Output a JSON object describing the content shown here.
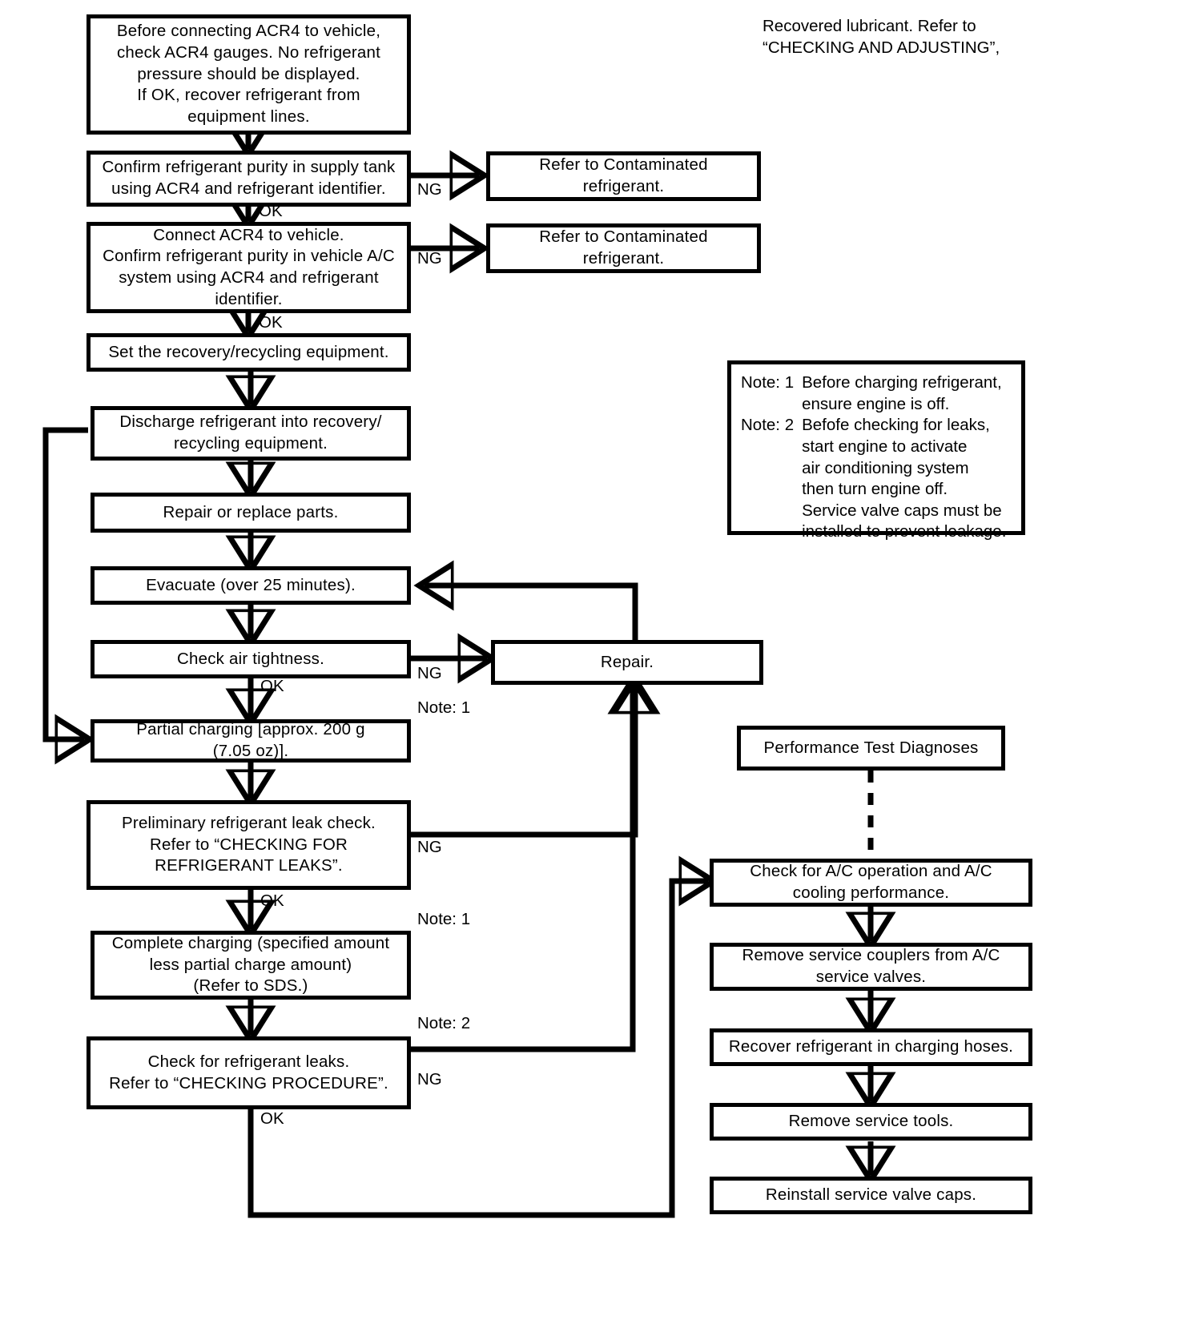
{
  "diagram": {
    "title": "A/C refrigerant recovery and charging flowchart",
    "ink_color": "#000000",
    "paper_color": "#ffffff"
  },
  "header_note": {
    "text": "Recovered lubricant. Refer to\n“CHECKING AND ADJUSTING”,"
  },
  "notes_box": {
    "rows": [
      {
        "label": "Note: 1",
        "text": "Before charging refrigerant,\nensure engine is off."
      },
      {
        "label": "Note: 2",
        "text": "Befofe checking for leaks,\nstart engine to activate\nair conditioning system\nthen turn engine off.\nService valve caps must be\ninstalled to prevent leakage."
      }
    ]
  },
  "nodes": {
    "check_gauges": {
      "text": "Before connecting ACR4 to vehicle,\ncheck ACR4 gauges. No refrigerant\npressure should be displayed.\nIf OK, recover refrigerant from\nequipment lines."
    },
    "confirm_supply_tank": {
      "text": "Confirm refrigerant purity in supply tank\nusing ACR4 and refrigerant identifier."
    },
    "contaminated_1": {
      "text": "Refer to Contaminated\nrefrigerant."
    },
    "connect_acr4": {
      "text": "Connect ACR4 to vehicle.\nConfirm refrigerant purity in vehicle A/C\nsystem using ACR4 and refrigerant\nidentifier."
    },
    "contaminated_2": {
      "text": "Refer to Contaminated\nrefrigerant."
    },
    "set_equipment": {
      "text": "Set the recovery/recycling equipment."
    },
    "discharge": {
      "text": "Discharge refrigerant into recovery/\nrecycling equipment."
    },
    "repair_replace": {
      "text": "Repair or replace parts."
    },
    "evacuate": {
      "text": "Evacuate (over 25 minutes)."
    },
    "check_air_tightness": {
      "text": "Check air tightness."
    },
    "repair": {
      "text": "Repair."
    },
    "partial_charging": {
      "text": "Partial charging [approx. 200 g\n(7.05 oz)]."
    },
    "prelim_leak_check": {
      "text": "Preliminary refrigerant leak check.\nRefer to “CHECKING FOR\nREFRIGERANT LEAKS”."
    },
    "complete_charging": {
      "text": "Complete charging (specified amount\nless partial charge amount)\n(Refer to SDS.)"
    },
    "check_leaks": {
      "text": "Check for refrigerant leaks.\nRefer to “CHECKING PROCEDURE”."
    },
    "performance_test": {
      "text": "Performance Test Diagnoses"
    },
    "check_ac_operation": {
      "text": "Check for A/C operation and A/C\ncooling performance."
    },
    "remove_couplers": {
      "text": "Remove service couplers from A/C\nservice valves."
    },
    "recover_hoses": {
      "text": "Recover refrigerant in charging hoses."
    },
    "remove_tools": {
      "text": "Remove service tools."
    },
    "reinstall_caps": {
      "text": "Reinstall service valve caps."
    }
  },
  "edge_labels": {
    "ng_supply": "NG",
    "ok_supply": "OK",
    "ng_vehicle": "NG",
    "ok_vehicle": "OK",
    "ng_tightness": "NG",
    "ok_tightness": "OK",
    "note1_tightness": "Note: 1",
    "ng_prelim": "NG",
    "ok_prelim": "OK",
    "note1_prelim": "Note: 1",
    "note2_leaks": "Note: 2",
    "ng_leaks": "NG",
    "ok_leaks": "OK"
  }
}
